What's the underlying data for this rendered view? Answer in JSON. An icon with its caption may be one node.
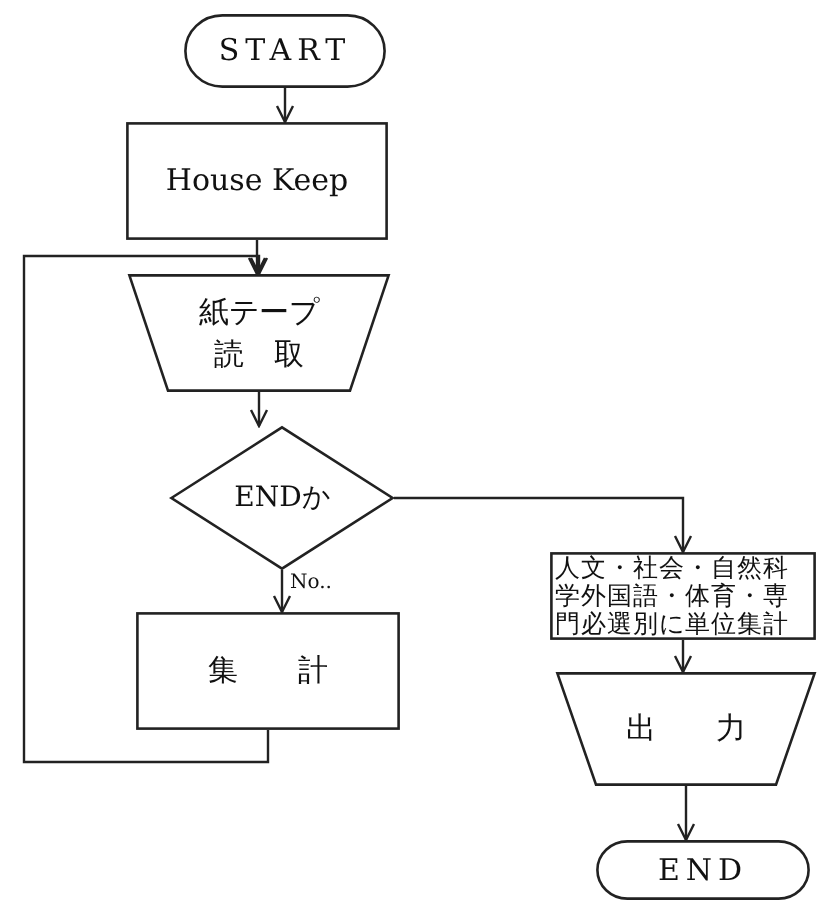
{
  "diagram": {
    "nodes": [
      {
        "text": [
          "START"
        ]
      },
      {
        "text": [
          "House Keep"
        ]
      },
      {
        "text": [
          "紙テープ読　取"
        ]
      },
      {
        "text": [
          "ENDか"
        ]
      },
      {
        "text": [
          "集　　計"
        ]
      },
      {
        "text": [
          "人文・社会・自然科学外国語・体育・専門必選別に単位集計"
        ]
      },
      {
        "text": [
          "出　　力"
        ]
      },
      {
        "text": [
          "END"
        ]
      }
    ],
    "edges": [
      {
        "from": 0,
        "to": 1,
        "arrow": "to"
      },
      {
        "from": 1,
        "to": 2,
        "arrow": "to"
      },
      {
        "from": 2,
        "to": 3,
        "arrow": "to"
      },
      {
        "from": 3,
        "to": 4,
        "arrow": "to",
        "label": "No.."
      },
      {
        "from": 4,
        "to": 2,
        "arrow": "to"
      },
      {
        "from": 3,
        "to": 5,
        "arrow": "to"
      },
      {
        "from": 5,
        "to": 6,
        "arrow": "to"
      },
      {
        "from": 6,
        "to": 7,
        "arrow": "to"
      }
    ]
  }
}
